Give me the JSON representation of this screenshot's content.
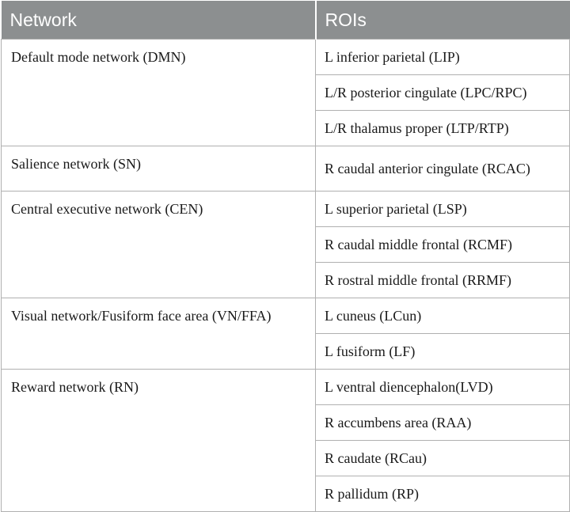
{
  "table": {
    "headers": [
      "Network",
      "ROIs"
    ],
    "groups": [
      {
        "network": "Default mode network (DMN)",
        "rois": [
          "L inferior parietal (LIP)",
          "L/R posterior cingulate (LPC/RPC)",
          "L/R thalamus proper (LTP/RTP)"
        ]
      },
      {
        "network": "Salience network (SN)",
        "rois": [
          "R caudal anterior cingulate (RCAC)"
        ]
      },
      {
        "network": "Central executive network (CEN)",
        "rois": [
          "L superior parietal (LSP)",
          "R caudal middle frontal (RCMF)",
          "R rostral middle frontal (RRMF)"
        ]
      },
      {
        "network": "Visual network/Fusiform face area (VN/FFA)",
        "rois": [
          "L cuneus (LCun)",
          "L fusiform (LF)"
        ]
      },
      {
        "network": "Reward network (RN)",
        "rois": [
          "L ventral diencephalon(LVD)",
          "R accumbens area (RAA)",
          "R caudate (RCau)",
          "R pallidum (RP)"
        ]
      }
    ]
  }
}
